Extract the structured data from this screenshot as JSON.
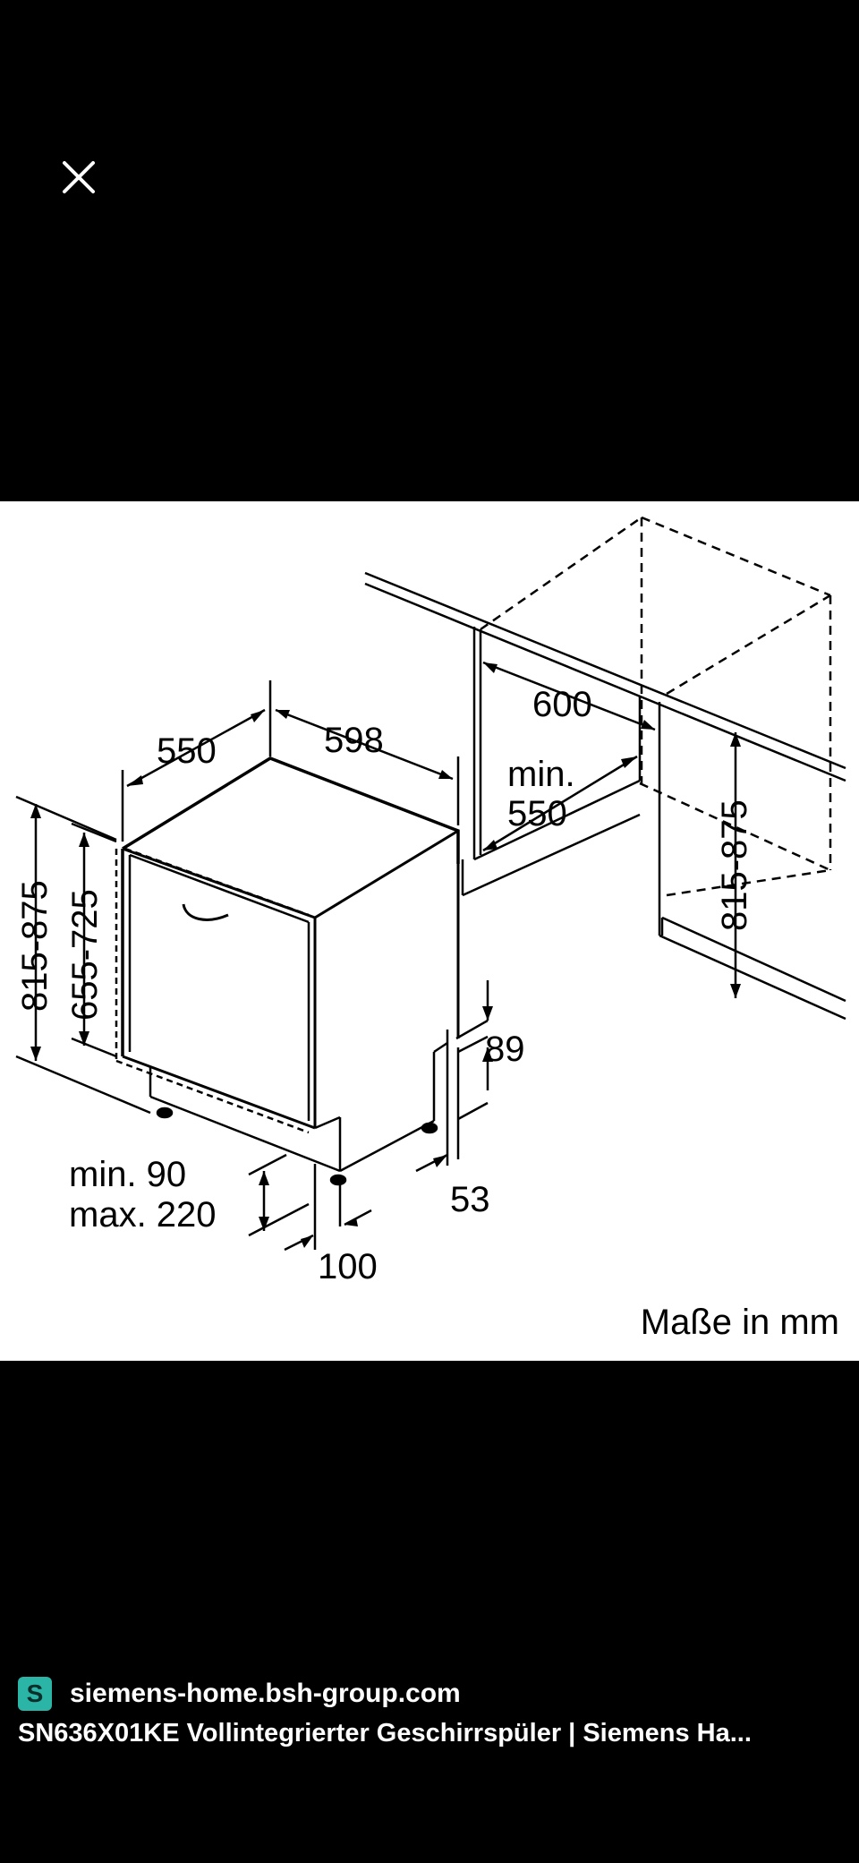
{
  "viewer": {
    "close_icon": "close-icon"
  },
  "diagram": {
    "labels": {
      "depth_550": "550",
      "width_598": "598",
      "niche_600": "600",
      "min_label": "min.",
      "min_550": "550",
      "height_815_875_left": "815-875",
      "height_655_725": "655-725",
      "height_815_875_right": "815-875",
      "dim_89": "89",
      "dim_53": "53",
      "plinth_min": "min. 90",
      "plinth_max": "max. 220",
      "dim_100": "100",
      "units": "Maße in mm"
    }
  },
  "caption": {
    "favicon_letter": "S",
    "domain": "siemens-home.bsh-group.com",
    "title": "SN636X01KE Vollintegrierter Geschirrspüler | Siemens Ha..."
  }
}
